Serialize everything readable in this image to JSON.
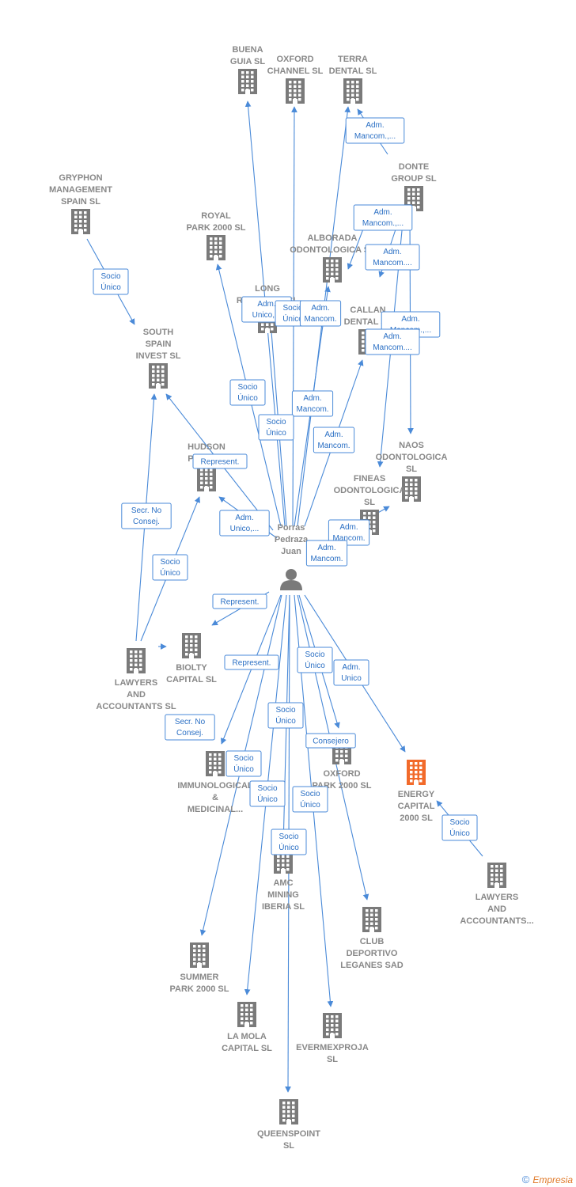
{
  "colors": {
    "node": "#7a7a7a",
    "highlight": "#f26a2a",
    "edge": "#4a8ad8",
    "label": "#888888"
  },
  "footer": {
    "copyright": "©",
    "brand": "Empresia"
  },
  "nodes": [
    {
      "id": "buena",
      "kind": "company",
      "lines": [
        "BUENA",
        "GUIA  SL"
      ]
    },
    {
      "id": "oxfordch",
      "kind": "company",
      "lines": [
        "OXFORD",
        "CHANNEL  SL"
      ]
    },
    {
      "id": "terra",
      "kind": "company",
      "lines": [
        "TERRA",
        "DENTAL SL"
      ]
    },
    {
      "id": "gryphon",
      "kind": "company",
      "lines": [
        "GRYPHON",
        "MANAGEMENT",
        "SPAIN  SL"
      ]
    },
    {
      "id": "donte",
      "kind": "company",
      "lines": [
        "DONTE",
        "GROUP  SL"
      ]
    },
    {
      "id": "royal",
      "kind": "company",
      "lines": [
        "ROYAL",
        "PARK 2000  SL"
      ]
    },
    {
      "id": "alborada",
      "kind": "company",
      "lines": [
        "ALBORADA",
        "ODONTOLOGICA SL"
      ]
    },
    {
      "id": "long",
      "kind": "company",
      "lines": [
        "LONG",
        "RIVER 2000  SL"
      ]
    },
    {
      "id": "callan",
      "kind": "company",
      "lines": [
        "CALLAN",
        "DENTAL SL"
      ]
    },
    {
      "id": "south",
      "kind": "company",
      "lines": [
        "SOUTH",
        "SPAIN",
        "INVEST SL"
      ]
    },
    {
      "id": "hudson",
      "kind": "company",
      "lines": [
        "HUDSON",
        "PARK SL"
      ]
    },
    {
      "id": "naos",
      "kind": "company",
      "lines": [
        "NAOS",
        "ODONTOLOGICA",
        "SL"
      ]
    },
    {
      "id": "fineas",
      "kind": "company",
      "lines": [
        "FINEAS",
        "ODONTOLOGICA",
        "SL"
      ]
    },
    {
      "id": "porras",
      "kind": "person",
      "lines": [
        "Porras",
        "Pedraza",
        "Juan"
      ]
    },
    {
      "id": "lawyers1",
      "kind": "company",
      "lines": [
        "LAWYERS",
        "AND",
        "ACCOUNTANTS SL"
      ]
    },
    {
      "id": "biolty",
      "kind": "company",
      "lines": [
        "BIOLTY",
        "CAPITAL SL"
      ]
    },
    {
      "id": "immuno",
      "kind": "company",
      "lines": [
        "IMMUNOLOGICAL",
        "&",
        "MEDICINAL..."
      ]
    },
    {
      "id": "oxfordpk",
      "kind": "company",
      "lines": [
        "OXFORD",
        "PARK 2000  SL"
      ]
    },
    {
      "id": "energy",
      "kind": "company",
      "highlight": true,
      "lines": [
        "ENERGY",
        "CAPITAL",
        "2000  SL"
      ]
    },
    {
      "id": "amc",
      "kind": "company",
      "lines": [
        "AMC",
        "MINING",
        "IBERIA  SL"
      ]
    },
    {
      "id": "lawyers2",
      "kind": "company",
      "lines": [
        "LAWYERS",
        "AND",
        "ACCOUNTANTS..."
      ]
    },
    {
      "id": "club",
      "kind": "company",
      "lines": [
        "CLUB",
        "DEPORTIVO",
        "LEGANES SAD"
      ]
    },
    {
      "id": "summer",
      "kind": "company",
      "lines": [
        "SUMMER",
        "PARK 2000  SL"
      ]
    },
    {
      "id": "lamola",
      "kind": "company",
      "lines": [
        "LA MOLA",
        "CAPITAL  SL"
      ]
    },
    {
      "id": "evermex",
      "kind": "company",
      "lines": [
        "EVERMEXPROJA",
        "SL"
      ]
    },
    {
      "id": "queens",
      "kind": "company",
      "lines": [
        "QUEENSPOINT",
        "SL"
      ]
    }
  ],
  "edges": [
    {
      "from": "porras",
      "to": "buena"
    },
    {
      "from": "porras",
      "to": "oxfordch"
    },
    {
      "from": "porras",
      "to": "terra"
    },
    {
      "from": "donte",
      "to": "terra"
    },
    {
      "from": "donte",
      "to": "alborada"
    },
    {
      "from": "donte",
      "to": "callan"
    },
    {
      "from": "donte",
      "to": "naos"
    },
    {
      "from": "donte",
      "to": "fineas"
    },
    {
      "from": "gryphon",
      "to": "south"
    },
    {
      "from": "porras",
      "to": "royal"
    },
    {
      "from": "porras",
      "to": "alborada"
    },
    {
      "from": "porras",
      "to": "long"
    },
    {
      "from": "porras",
      "to": "callan"
    },
    {
      "from": "porras",
      "to": "naos"
    },
    {
      "from": "porras",
      "to": "hudson"
    },
    {
      "from": "porras",
      "to": "south"
    },
    {
      "from": "lawyers1",
      "to": "south"
    },
    {
      "from": "lawyers1",
      "to": "hudson"
    },
    {
      "from": "lawyers1",
      "to": "biolty"
    },
    {
      "from": "porras",
      "to": "lawyers1"
    },
    {
      "from": "porras",
      "to": "immuno"
    },
    {
      "from": "porras",
      "to": "oxfordpk"
    },
    {
      "from": "porras",
      "to": "energy"
    },
    {
      "from": "lawyers2",
      "to": "energy"
    },
    {
      "from": "porras",
      "to": "amc"
    },
    {
      "from": "porras",
      "to": "club"
    },
    {
      "from": "porras",
      "to": "summer"
    },
    {
      "from": "porras",
      "to": "lamola"
    },
    {
      "from": "porras",
      "to": "evermex"
    },
    {
      "from": "porras",
      "to": "queens"
    }
  ],
  "edge_labels": [
    {
      "lines": [
        "Adm.",
        "Mancom.,..."
      ]
    },
    {
      "lines": [
        "Adm.",
        "Mancom.,..."
      ]
    },
    {
      "lines": [
        "Adm.",
        "Mancom...."
      ]
    },
    {
      "lines": [
        "Adm.",
        "Mancom.,..."
      ]
    },
    {
      "lines": [
        "Adm.",
        "Mancom...."
      ]
    },
    {
      "lines": [
        "Socio",
        "Único"
      ]
    },
    {
      "lines": [
        "Adm.",
        "Unico,..."
      ]
    },
    {
      "lines": [
        "Socio",
        "Único"
      ]
    },
    {
      "lines": [
        "Adm.",
        "Mancom."
      ]
    },
    {
      "lines": [
        "Socio",
        "Único"
      ]
    },
    {
      "lines": [
        "Adm.",
        "Mancom."
      ]
    },
    {
      "lines": [
        "Socio",
        "Único"
      ]
    },
    {
      "lines": [
        "Adm.",
        "Mancom."
      ]
    },
    {
      "lines": [
        "Represent."
      ]
    },
    {
      "lines": [
        "Secr.  No",
        "Consej."
      ]
    },
    {
      "lines": [
        "Adm.",
        "Unico,..."
      ]
    },
    {
      "lines": [
        "Adm.",
        "Mancom."
      ]
    },
    {
      "lines": [
        "Adm.",
        "Mancom."
      ]
    },
    {
      "lines": [
        "Socio",
        "Único"
      ]
    },
    {
      "lines": [
        "Represent."
      ]
    },
    {
      "lines": [
        "Represent."
      ]
    },
    {
      "lines": [
        "Socio",
        "Único"
      ]
    },
    {
      "lines": [
        "Adm.",
        "Unico"
      ]
    },
    {
      "lines": [
        "Secr.  No",
        "Consej."
      ]
    },
    {
      "lines": [
        "Socio",
        "Único"
      ]
    },
    {
      "lines": [
        "Consejero"
      ]
    },
    {
      "lines": [
        "Socio",
        "Único"
      ]
    },
    {
      "lines": [
        "Socio",
        "Único"
      ]
    },
    {
      "lines": [
        "Socio",
        "Único"
      ]
    },
    {
      "lines": [
        "Socio",
        "Único"
      ]
    },
    {
      "lines": [
        "Socio",
        "Único"
      ]
    }
  ]
}
